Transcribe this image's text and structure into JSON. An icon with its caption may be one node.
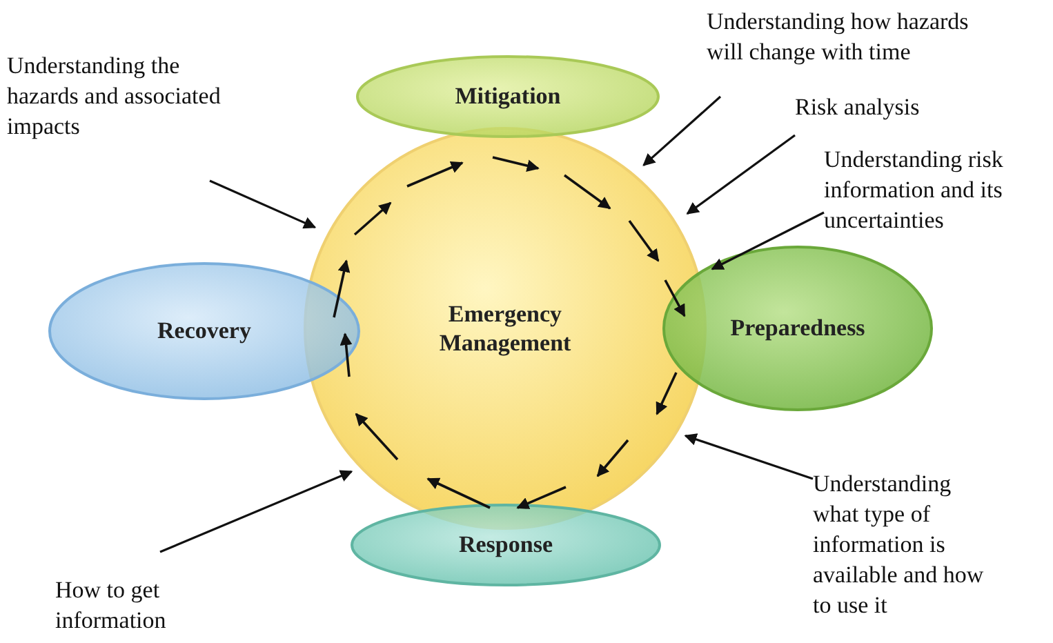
{
  "diagram": {
    "nodes": [
      {
        "text": [
          "Emergency Management"
        ]
      },
      {
        "text": [
          "Mitigation"
        ]
      },
      {
        "text": [
          "Preparedness"
        ]
      },
      {
        "text": [
          "Response"
        ]
      },
      {
        "text": [
          "Recovery"
        ]
      },
      {
        "text": [
          "Understanding the hazards and associated impacts"
        ]
      },
      {
        "text": [
          "Understanding how hazards will change with time"
        ]
      },
      {
        "text": [
          "Risk analysis"
        ]
      },
      {
        "text": [
          "Understanding risk information and its uncertainties"
        ]
      },
      {
        "text": [
          "Understanding what type of information is available and how to use it"
        ]
      },
      {
        "text": [
          "How to get information"
        ]
      }
    ],
    "edges": [
      {
        "from": 5,
        "to": 0,
        "arrow": "to"
      },
      {
        "from": 6,
        "to": 0,
        "arrow": "to"
      },
      {
        "from": 7,
        "to": 0,
        "arrow": "to"
      },
      {
        "from": 8,
        "to": 0,
        "arrow": "to"
      },
      {
        "from": 9,
        "to": 0,
        "arrow": "to"
      },
      {
        "from": 10,
        "to": 0,
        "arrow": "to"
      }
    ]
  }
}
